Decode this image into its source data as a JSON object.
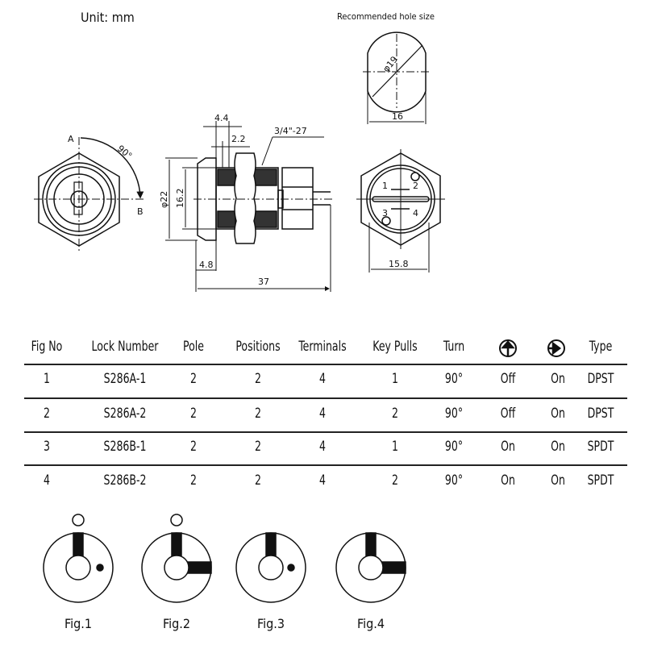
{
  "unit_label": "Unit:  mm",
  "hole_title": "Recommended hole size",
  "drawing": {
    "front": {
      "label_a": "A",
      "label_b": "B",
      "angle": "90°"
    },
    "side": {
      "d_44": "4.4",
      "d_22": "2.2",
      "thread": "3/4\"-27",
      "d_phi22": "φ22",
      "d_162": "16.2",
      "d_48": "4.8",
      "d_37": "37"
    },
    "hole": {
      "diameter": "φ19",
      "width": "16"
    },
    "rear": {
      "width": "15.8",
      "terminals": [
        "1",
        "2",
        "3",
        "4"
      ]
    }
  },
  "table": {
    "headers": [
      "Fig No",
      "Lock Number",
      "Pole",
      "Positions",
      "Terminals",
      "Key Pulls",
      "Turn",
      "up-arrow-circle-icon",
      "right-arrow-circle-icon",
      "Type"
    ],
    "rows": [
      [
        "1",
        "S286A-1",
        "2",
        "2",
        "4",
        "1",
        "90°",
        "Off",
        "On",
        "DPST"
      ],
      [
        "2",
        "S286A-2",
        "2",
        "2",
        "4",
        "2",
        "90°",
        "Off",
        "On",
        "DPST"
      ],
      [
        "3",
        "S286B-1",
        "2",
        "2",
        "4",
        "1",
        "90°",
        "On",
        "On",
        "SPDT"
      ],
      [
        "4",
        "S286B-2",
        "2",
        "2",
        "4",
        "2",
        "90°",
        "On",
        "On",
        "SPDT"
      ]
    ]
  },
  "figures": [
    "Fig.1",
    "Fig.2",
    "Fig.3",
    "Fig.4"
  ]
}
